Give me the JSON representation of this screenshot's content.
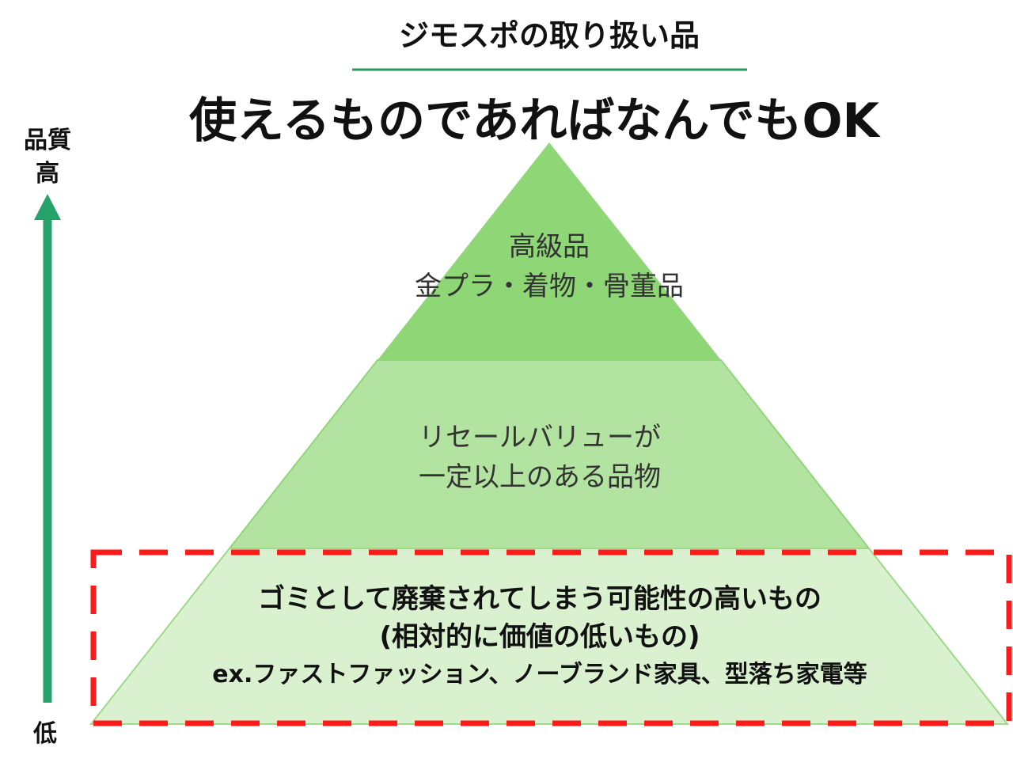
{
  "title": "ジモスポの取り扱い品",
  "subtitle": "使えるものであればなんでもOK",
  "axis": {
    "label": "品質",
    "high": "高",
    "low": "低",
    "color": "#26a36a"
  },
  "tiers": [
    {
      "lines": [
        "高級品",
        "金プラ・着物・骨董品"
      ],
      "color": "#8fd676"
    },
    {
      "lines": [
        "リセールバリューが",
        "一定以上のある品物"
      ],
      "color": "#b3e3a0"
    },
    {
      "lines": [
        "ゴミとして廃棄されてしまう可能性の高いもの",
        "(相対的に価値の低いもの)",
        "ex.ファストファッション、ノーブランド家具、型落ち家電等"
      ],
      "color": "#d9f1cf",
      "highlighted": true
    }
  ],
  "highlight_color": "#ff1a1a",
  "divider_color": "#2e9a5e"
}
